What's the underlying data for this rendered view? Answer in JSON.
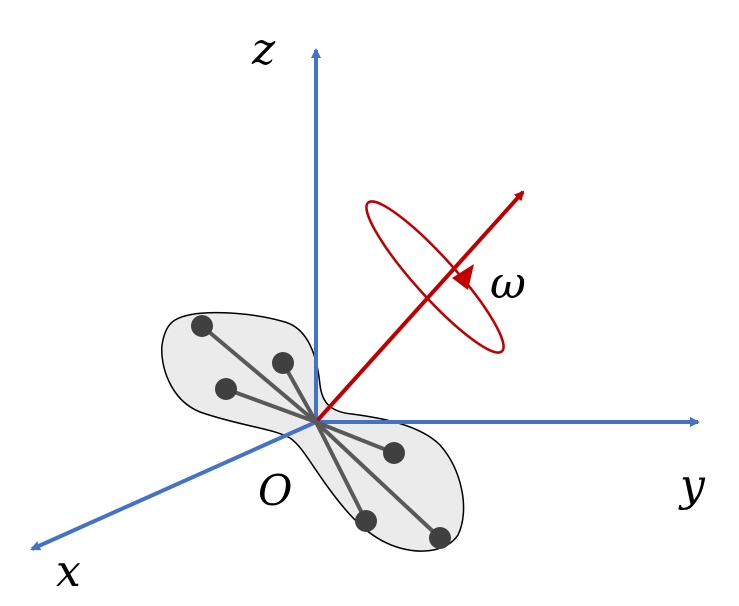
{
  "labels": {
    "z": "z",
    "x": "x",
    "y": "y",
    "origin": "O",
    "omega": "ω"
  },
  "colors": {
    "axis": "#4472C4",
    "rotation": "#C00000",
    "body_fill": "#EBEBEB",
    "body_stroke": "#000000",
    "rod": "#595959",
    "particle": "#404040"
  }
}
